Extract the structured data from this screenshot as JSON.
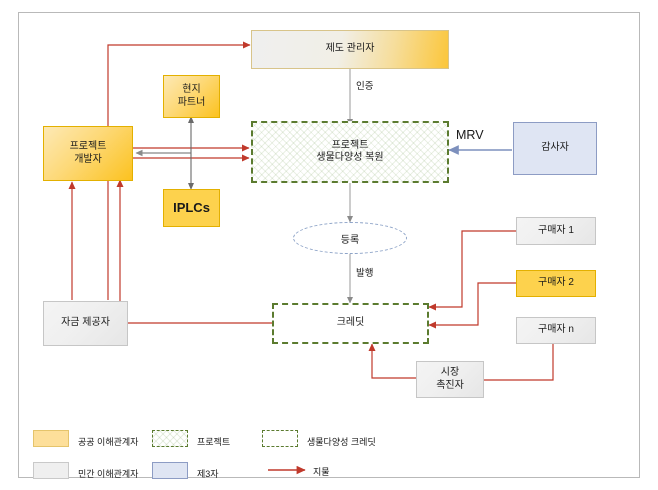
{
  "diagram": {
    "nodes": {
      "regulator": "제도 관리자",
      "local_partner": "현지\n파트너",
      "project_developer": "프로젝트\n개발자",
      "iplcs": "IPLCs",
      "project": "프로젝트\n생물다양성 복원",
      "auditor": "감사자",
      "funder": "자금 제공자",
      "registration": "등록",
      "credit": "크레딧",
      "buyer1": "구매자 1",
      "buyer2": "구매자 2",
      "buyer_n": "구매자 n",
      "market_facilitator": "시장\n촉진자"
    },
    "edge_labels": {
      "certification": "인증",
      "issuance": "발행",
      "mrv": "MRV"
    },
    "legend": [
      {
        "key": "public-stakeholder",
        "label": "공공 이해관계자",
        "swatch": "yellow"
      },
      {
        "key": "project",
        "label": "프로젝트",
        "swatch": "project"
      },
      {
        "key": "biodiversity-credit",
        "label": "생물다양성 크레딧",
        "swatch": "credit"
      },
      {
        "key": "private-stakeholder",
        "label": "민간 이해관계자",
        "swatch": "grey"
      },
      {
        "key": "third-party",
        "label": "제3자",
        "swatch": "blue"
      },
      {
        "key": "flow",
        "label": "지물",
        "swatch": "arrow"
      }
    ],
    "colors": {
      "flow_arrow": "#c0392b",
      "grey_arrow": "#8a8a8a",
      "blue_arrow": "#7d90bd",
      "project_border": "#5b7b2f",
      "frame": "#b9b9b9"
    }
  }
}
